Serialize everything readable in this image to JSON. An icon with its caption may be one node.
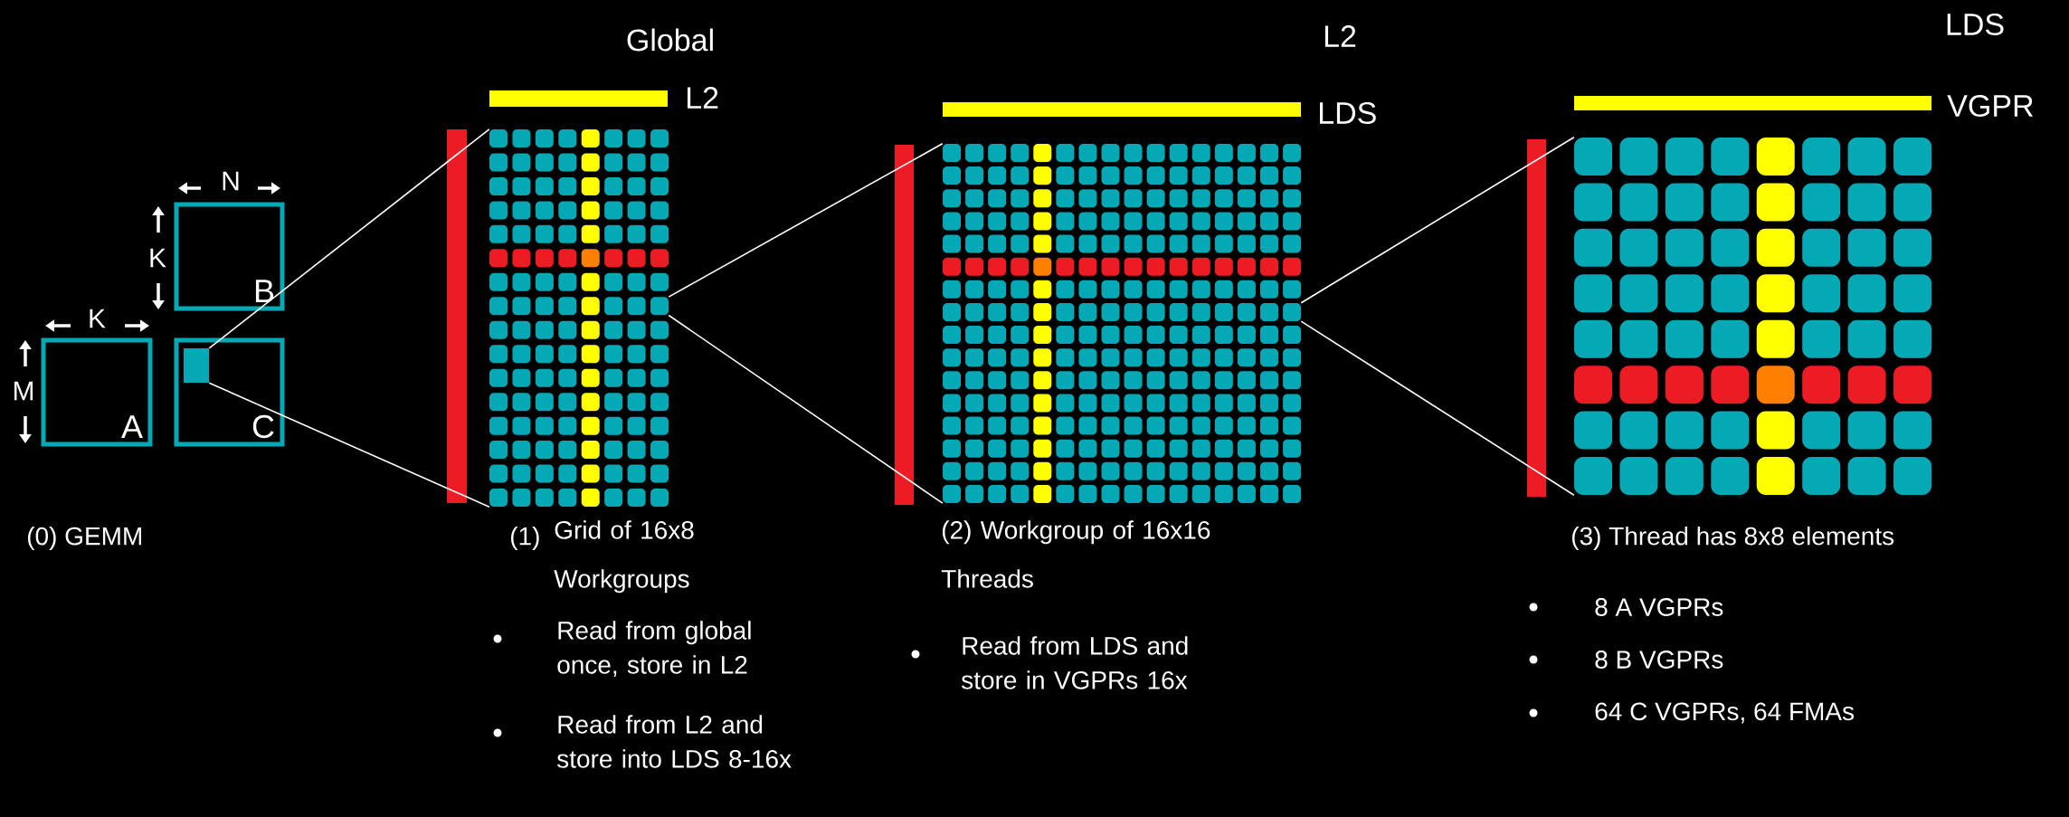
{
  "diagram": {
    "nodes": [
      {
        "text": [
          "A"
        ]
      },
      {
        "text": [
          "B"
        ]
      },
      {
        "text": [
          "C"
        ]
      },
      {
        "text": [],
        "shape": "box",
        "in": 2
      },
      {
        "text": [],
        "shape": "grid"
      },
      {
        "text": [],
        "shape": "box",
        "in": 4
      },
      {
        "text": [],
        "shape": "grid"
      },
      {
        "text": [],
        "shape": "box",
        "in": 6
      },
      {
        "text": [],
        "shape": "grid"
      },
      {
        "text": [],
        "shape": "bar"
      },
      {
        "text": [],
        "shape": "bar"
      },
      {
        "text": [],
        "shape": "bar"
      },
      {
        "text": [],
        "shape": "bar"
      },
      {
        "text": [],
        "shape": "bar"
      },
      {
        "text": [],
        "shape": "bar"
      }
    ],
    "edges": [
      {
        "from": 3,
        "to": 4,
        "arrow": "none"
      },
      {
        "from": 3,
        "to": 4,
        "arrow": "none"
      },
      {
        "from": 5,
        "to": 6,
        "arrow": "none"
      },
      {
        "from": 5,
        "to": 6,
        "arrow": "none"
      },
      {
        "from": 7,
        "to": 8,
        "arrow": "none"
      },
      {
        "from": 7,
        "to": 8,
        "arrow": "none"
      }
    ],
    "labels": [
      "Global",
      "L2",
      "L2",
      "LDS",
      "LDS",
      "VGPR",
      "N",
      "K",
      "K",
      "M",
      "(0) GEMM",
      "(1)",
      "Grid of 16x8 Workgroups",
      "Read from global once, store in L2",
      "Read from L2 and store into LDS 8-16x",
      "(2) Workgroup of 16x16 Threads",
      "Read from LDS and store in VGPRs 16x",
      "(3) Thread has 8x8 elements",
      "8 A VGPRs",
      "8 B VGPRs",
      "64 C VGPRs, 64 FMAs"
    ]
  }
}
